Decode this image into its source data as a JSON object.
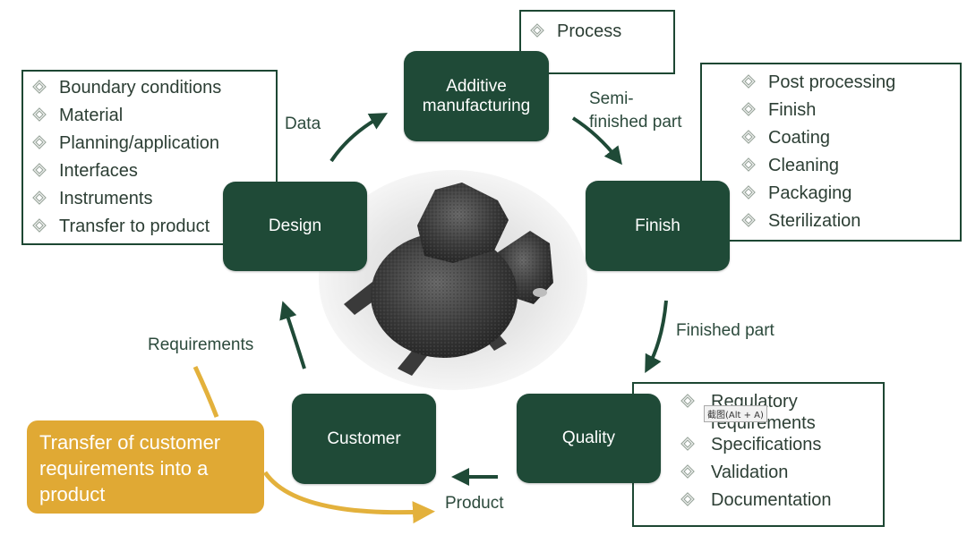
{
  "nodes": {
    "design": "Design",
    "additive": "Additive\nmanufacturing",
    "finish": "Finish",
    "quality": "Quality",
    "customer": "Customer"
  },
  "lists": {
    "process": [
      "Process"
    ],
    "design": [
      "Boundary conditions",
      "Material",
      "Planning/application",
      "Interfaces",
      "Instruments",
      "Transfer to product"
    ],
    "finish": [
      "Post processing",
      "Finish",
      "Coating",
      "Cleaning",
      "Packaging",
      "Sterilization"
    ],
    "quality": [
      "Regulatory\nrequirements",
      "Specifications",
      "Validation",
      "Documentation"
    ]
  },
  "edge_labels": {
    "data": "Data",
    "semi_finished": "Semi-\nfinished part",
    "finished_part": "Finished part",
    "product": "Product",
    "requirements": "Requirements"
  },
  "callout": "Transfer of customer requirements into a product",
  "tooltip": "截图(Alt + A)",
  "colors": {
    "node_fill": "#1f4a37",
    "arrow": "#1f4a37",
    "callout_fill": "#e0a934",
    "callout_arrow": "#e3b13c"
  }
}
